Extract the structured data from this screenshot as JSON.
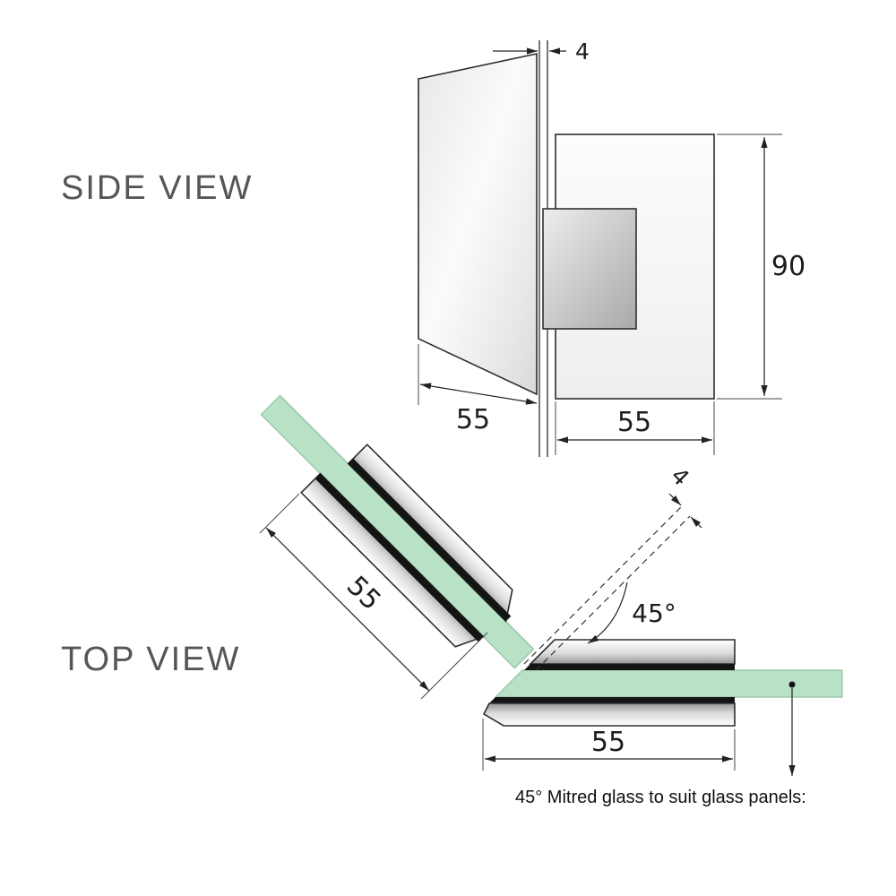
{
  "side_view": {
    "label": "SIDE VIEW",
    "dims": {
      "glass_thickness": "4",
      "bracket_height": "90",
      "panel_width": "55",
      "bracket_width": "55"
    }
  },
  "top_view": {
    "label": "TOP VIEW",
    "dims": {
      "mitre_gap": "4",
      "mitre_angle": "45°",
      "left_clamp_length": "55",
      "right_clamp_length": "55"
    },
    "caption": "45° Mitred glass to suit glass panels:"
  },
  "colors": {
    "glass_green": "#b8e2c5",
    "glass_green_edge": "#92c2a4",
    "metal_light": "#ffffff",
    "metal_dark": "#969696",
    "gasket_black": "#141414",
    "outline": "#2e2e2e",
    "view_label_gray": "#565656"
  }
}
